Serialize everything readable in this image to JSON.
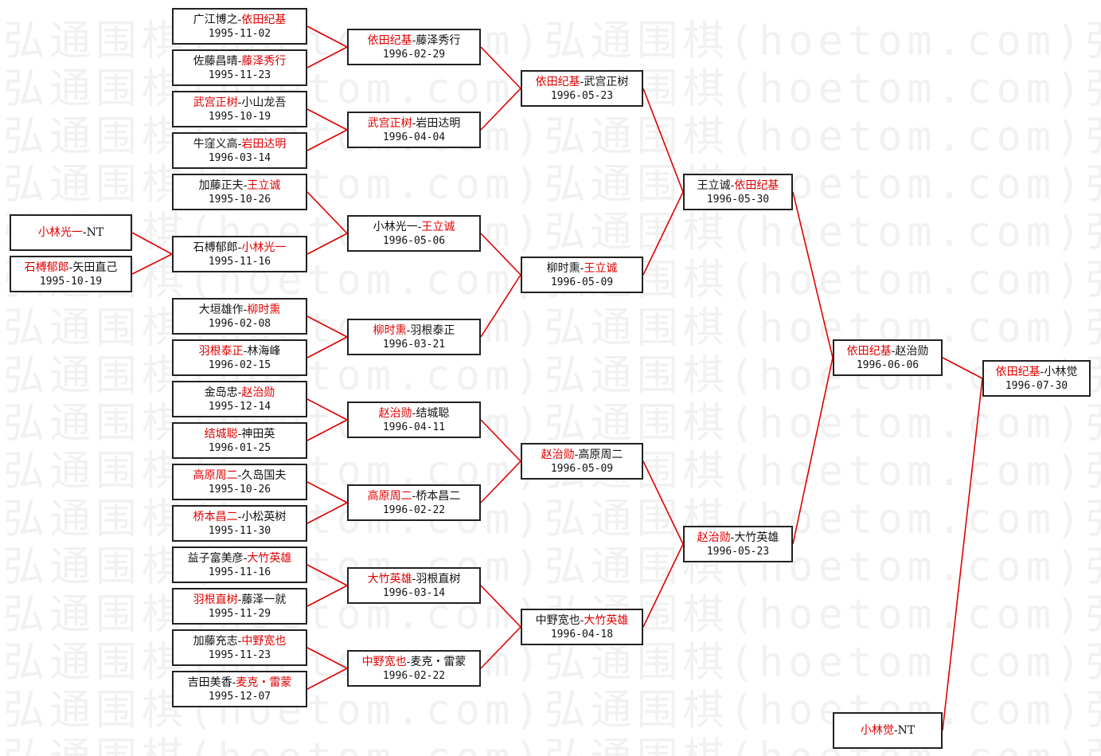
{
  "watermark": "弘通围棋(hoetom.com)",
  "colors": {
    "winner": "#e00000",
    "loser": "#111111",
    "line": "#e00000",
    "border": "#222222"
  },
  "matches": [
    {
      "id": "r0a",
      "a": "小林光一",
      "b": "NT",
      "winner": "a",
      "date": ""
    },
    {
      "id": "r0b",
      "a": "石榑郁郎",
      "b": "矢田直己",
      "winner": "a",
      "date": "1995-10-19"
    },
    {
      "id": "r1_1",
      "a": "广江博之",
      "b": "依田纪基",
      "winner": "b",
      "date": "1995-11-02"
    },
    {
      "id": "r1_2",
      "a": "佐藤昌晴",
      "b": "藤泽秀行",
      "winner": "b",
      "date": "1995-11-23"
    },
    {
      "id": "r1_3",
      "a": "武宫正树",
      "b": "小山龙吾",
      "winner": "a",
      "date": "1995-10-19"
    },
    {
      "id": "r1_4",
      "a": "牛窪义高",
      "b": "岩田达明",
      "winner": "b",
      "date": "1996-03-14"
    },
    {
      "id": "r1_5",
      "a": "加藤正夫",
      "b": "王立诚",
      "winner": "b",
      "date": "1995-10-26"
    },
    {
      "id": "r1_6",
      "a": "石榑郁郎",
      "b": "小林光一",
      "winner": "b",
      "date": "1995-11-16"
    },
    {
      "id": "r1_7",
      "a": "大垣雄作",
      "b": "柳时熏",
      "winner": "b",
      "date": "1996-02-08"
    },
    {
      "id": "r1_8",
      "a": "羽根泰正",
      "b": "林海峰",
      "winner": "a",
      "date": "1996-02-15"
    },
    {
      "id": "r1_9",
      "a": "金岛忠",
      "b": "赵治勋",
      "winner": "b",
      "date": "1995-12-14"
    },
    {
      "id": "r1_10",
      "a": "结城聪",
      "b": "神田英",
      "winner": "a",
      "date": "1996-01-25"
    },
    {
      "id": "r1_11",
      "a": "高原周二",
      "b": "久岛国夫",
      "winner": "a",
      "date": "1995-10-26"
    },
    {
      "id": "r1_12",
      "a": "桥本昌二",
      "b": "小松英树",
      "winner": "a",
      "date": "1995-11-30"
    },
    {
      "id": "r1_13",
      "a": "益子富美彦",
      "b": "大竹英雄",
      "winner": "b",
      "date": "1995-11-16"
    },
    {
      "id": "r1_14",
      "a": "羽根直树",
      "b": "藤泽一就",
      "winner": "a",
      "date": "1995-11-29"
    },
    {
      "id": "r1_15",
      "a": "加藤充志",
      "b": "中野宽也",
      "winner": "b",
      "date": "1995-11-23"
    },
    {
      "id": "r1_16",
      "a": "吉田美香",
      "b": "麦克・雷蒙",
      "winner": "b",
      "date": "1995-12-07"
    },
    {
      "id": "r2_1",
      "a": "依田纪基",
      "b": "藤泽秀行",
      "winner": "a",
      "date": "1996-02-29"
    },
    {
      "id": "r2_2",
      "a": "武宫正树",
      "b": "岩田达明",
      "winner": "a",
      "date": "1996-04-04"
    },
    {
      "id": "r2_3",
      "a": "小林光一",
      "b": "王立诚",
      "winner": "b",
      "date": "1996-05-06"
    },
    {
      "id": "r2_4",
      "a": "柳时熏",
      "b": "羽根泰正",
      "winner": "a",
      "date": "1996-03-21"
    },
    {
      "id": "r2_5",
      "a": "赵治勋",
      "b": "结城聪",
      "winner": "a",
      "date": "1996-04-11"
    },
    {
      "id": "r2_6",
      "a": "高原周二",
      "b": "桥本昌二",
      "winner": "a",
      "date": "1996-02-22"
    },
    {
      "id": "r2_7",
      "a": "大竹英雄",
      "b": "羽根直树",
      "winner": "a",
      "date": "1996-03-14"
    },
    {
      "id": "r2_8",
      "a": "中野宽也",
      "b": "麦克・雷蒙",
      "winner": "a",
      "date": "1996-02-22"
    },
    {
      "id": "r3_1",
      "a": "依田纪基",
      "b": "武宫正树",
      "winner": "a",
      "date": "1996-05-23"
    },
    {
      "id": "r3_2",
      "a": "柳时熏",
      "b": "王立诚",
      "winner": "b",
      "date": "1996-05-09"
    },
    {
      "id": "r3_3",
      "a": "赵治勋",
      "b": "高原周二",
      "winner": "a",
      "date": "1996-05-09"
    },
    {
      "id": "r3_4",
      "a": "中野宽也",
      "b": "大竹英雄",
      "winner": "b",
      "date": "1996-04-18"
    },
    {
      "id": "r4_1",
      "a": "王立诚",
      "b": "依田纪基",
      "winner": "b",
      "date": "1996-05-30"
    },
    {
      "id": "r4_2",
      "a": "赵治勋",
      "b": "大竹英雄",
      "winner": "a",
      "date": "1996-05-23"
    },
    {
      "id": "r5_1",
      "a": "依田纪基",
      "b": "赵治勋",
      "winner": "a",
      "date": "1996-06-06"
    },
    {
      "id": "r5_2",
      "a": "小林觉",
      "b": "NT",
      "winner": "a",
      "date": ""
    },
    {
      "id": "final",
      "a": "依田纪基",
      "b": "小林觉",
      "winner": "a",
      "date": "1996-07-30"
    }
  ]
}
